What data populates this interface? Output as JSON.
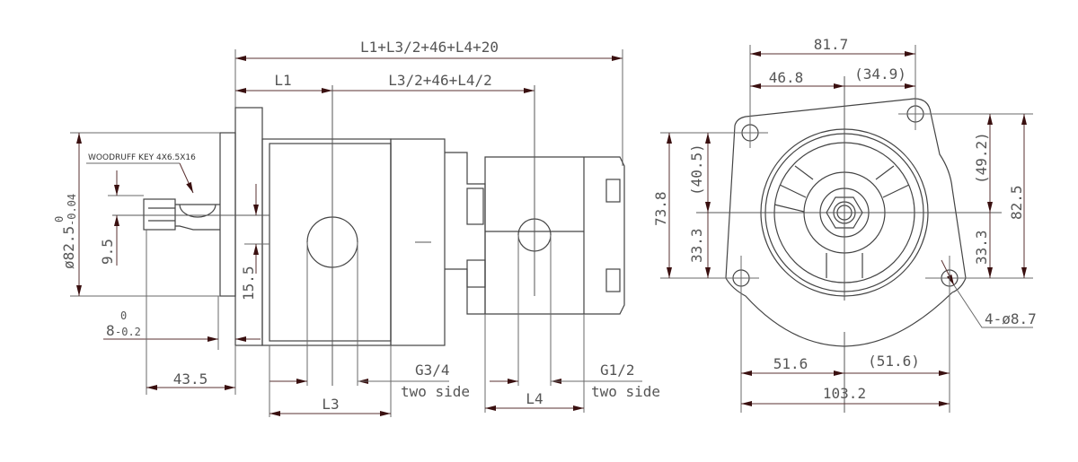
{
  "side_view": {
    "overall_length": "L1+L3/2+46+L4+20",
    "l1": "L1",
    "second_port_offset": "L3/2+46+L4/2",
    "woodruff_key": "WOODRUFF KEY 4X6.5X16",
    "pilot_diameter": "ø82.5",
    "pilot_tol_upper": "0",
    "pilot_tol_lower": "-0.04",
    "key_height": "9.5",
    "shaft_offset": "15.5",
    "flange_thickness": "8",
    "flange_tol_upper": "0",
    "flange_tol_lower": "-0.2",
    "shaft_length": "43.5",
    "l3": "L3",
    "l4": "L4",
    "port1_size": "G3/4",
    "port1_note": "two side",
    "port2_size": "G1/2",
    "port2_note": "two side"
  },
  "front_view": {
    "top_overall": "81.7",
    "top_left": "46.8",
    "top_right": "(34.9)",
    "left_overall": "73.8",
    "left_upper": "(40.5)",
    "left_lower": "33.3",
    "right_overall": "82.5",
    "right_upper": "(49.2)",
    "right_lower": "33.3",
    "bottom_left": "51.6",
    "bottom_right": "(51.6)",
    "bottom_overall": "103.2",
    "holes": "4-ø8.7"
  }
}
